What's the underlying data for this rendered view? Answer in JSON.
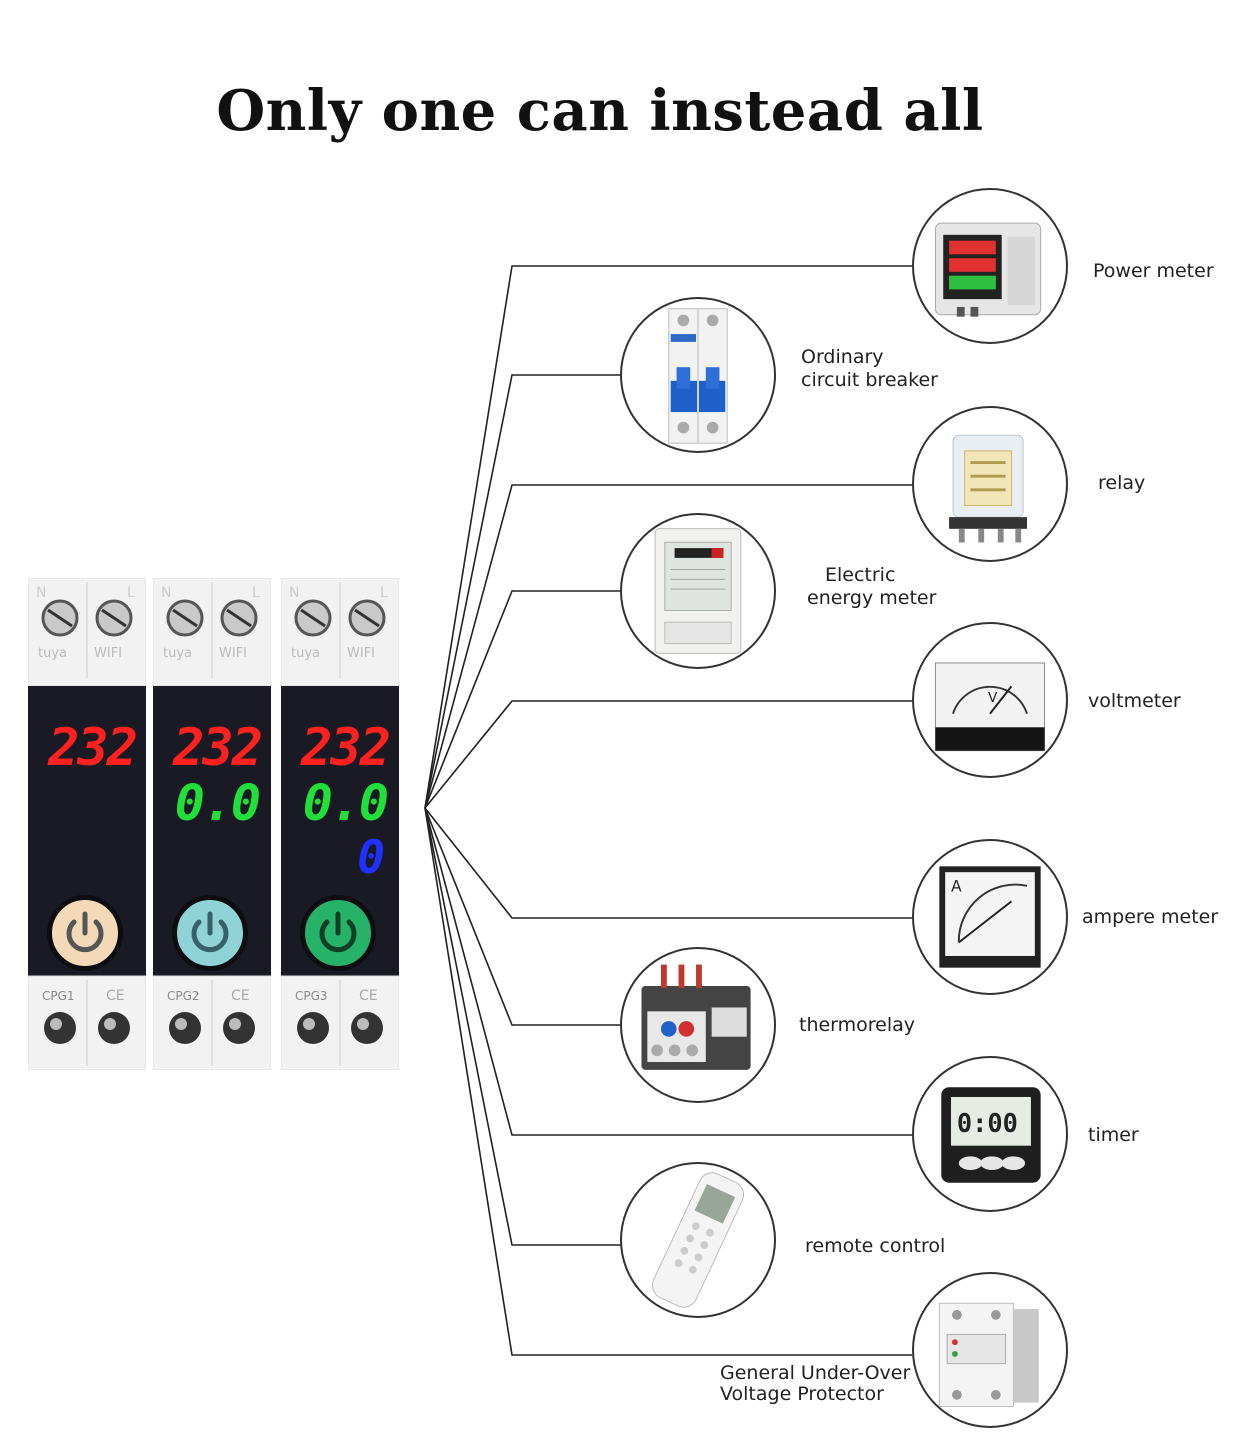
{
  "title": "Only one can instead all",
  "modules": [
    {
      "model": "CPG1",
      "brand": "tuya",
      "wifi": "WIFI",
      "voltage": "232",
      "current": "",
      "power": "",
      "button_color": "#f3d9b8"
    },
    {
      "model": "CPG2",
      "brand": "tuya",
      "wifi": "WIFI",
      "voltage": "232",
      "current": "0.0",
      "power": "",
      "button_color": "#8fd3d6"
    },
    {
      "model": "CPG3",
      "brand": "tuya",
      "wifi": "WIFI",
      "voltage": "232",
      "current": "0.0",
      "power": "0",
      "button_color": "#27b26a"
    }
  ],
  "terminal_labels": {
    "neutral": "N",
    "live": "L",
    "ce": "CE"
  },
  "devices": [
    {
      "name": "Power meter",
      "icon": "power-meter-icon"
    },
    {
      "name_line1": "Ordinary",
      "name_line2": "circuit breaker",
      "icon": "circuit-breaker-icon"
    },
    {
      "name": "relay",
      "icon": "relay-icon"
    },
    {
      "name_line1": "Electric",
      "name_line2": "energy meter",
      "icon": "energy-meter-icon"
    },
    {
      "name": "voltmeter",
      "icon": "voltmeter-icon",
      "dial_letter": "V"
    },
    {
      "name": "ampere meter",
      "icon": "ammeter-icon",
      "dial_letter": "A"
    },
    {
      "name": "thermorelay",
      "icon": "thermorelay-icon"
    },
    {
      "name": "timer",
      "icon": "timer-icon",
      "display": "0:00"
    },
    {
      "name": "remote control",
      "icon": "remote-control-icon"
    },
    {
      "name_line1": "General Under-Over",
      "name_line2": "Voltage Protector",
      "icon": "voltage-protector-icon"
    }
  ],
  "colors": {
    "voltage_digits": "#ff2020",
    "current_digits": "#22e03a",
    "power_digits": "#2030ff",
    "module_face": "#1a1a24"
  }
}
